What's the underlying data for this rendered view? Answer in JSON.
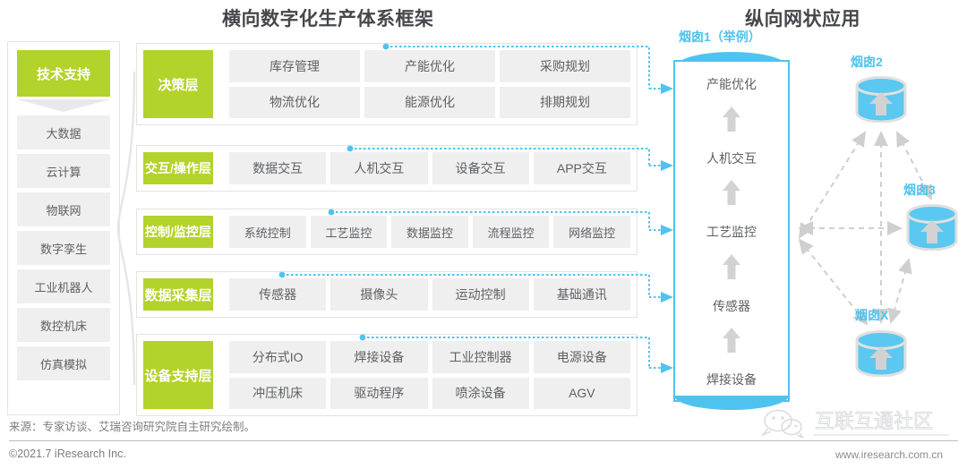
{
  "titles": {
    "left": "横向数字化生产体系框架",
    "right": "纵向网状应用"
  },
  "sidebar": {
    "header": "技术支持",
    "items": [
      {
        "label": "大数据"
      },
      {
        "label": "云计算"
      },
      {
        "label": "物联网"
      },
      {
        "label": "数字孪生"
      },
      {
        "label": "工业机器人"
      },
      {
        "label": "数控机床"
      },
      {
        "label": "仿真模拟"
      }
    ]
  },
  "layers": [
    {
      "name": "决策层",
      "rows": [
        [
          "库存管理",
          "产能优化",
          "采购规划"
        ],
        [
          "物流优化",
          "能源优化",
          "排期规划"
        ]
      ]
    },
    {
      "name": "交互/操作层",
      "rows": [
        [
          "数据交互",
          "人机交互",
          "设备交互",
          "APP交互"
        ]
      ]
    },
    {
      "name": "控制/监控层",
      "rows": [
        [
          "系统控制",
          "工艺监控",
          "数据监控",
          "流程监控",
          "网络监控"
        ]
      ]
    },
    {
      "name": "数据采集层",
      "rows": [
        [
          "传感器",
          "摄像头",
          "运动控制",
          "基础通讯"
        ]
      ]
    },
    {
      "name": "设备支持层",
      "rows": [
        [
          "分布式IO",
          "焊接设备",
          "工业控制器",
          "电源设备"
        ],
        [
          "冲压机床",
          "驱动程序",
          "喷涂设备",
          "AGV"
        ]
      ]
    }
  ],
  "silo_main": {
    "label": "烟囱1（举例）",
    "steps": [
      "产能优化",
      "人机交互",
      "工艺监控",
      "传感器",
      "焊接设备"
    ]
  },
  "silos_network": [
    {
      "label": "烟囱2"
    },
    {
      "label": "烟囱3"
    },
    {
      "label": "烟囱X"
    }
  ],
  "footer": {
    "source": "来源：专家访谈、艾瑞咨询研究院自主研究绘制。",
    "copyright": "©2021.7 iResearch Inc.",
    "site": "www.iresearch.com.cn",
    "watermark": "互联互通社区"
  },
  "colors": {
    "green": "#b2d32b",
    "blue": "#4ec3f0",
    "cell_gray": "#efefef",
    "text_gray": "#5e6063"
  }
}
